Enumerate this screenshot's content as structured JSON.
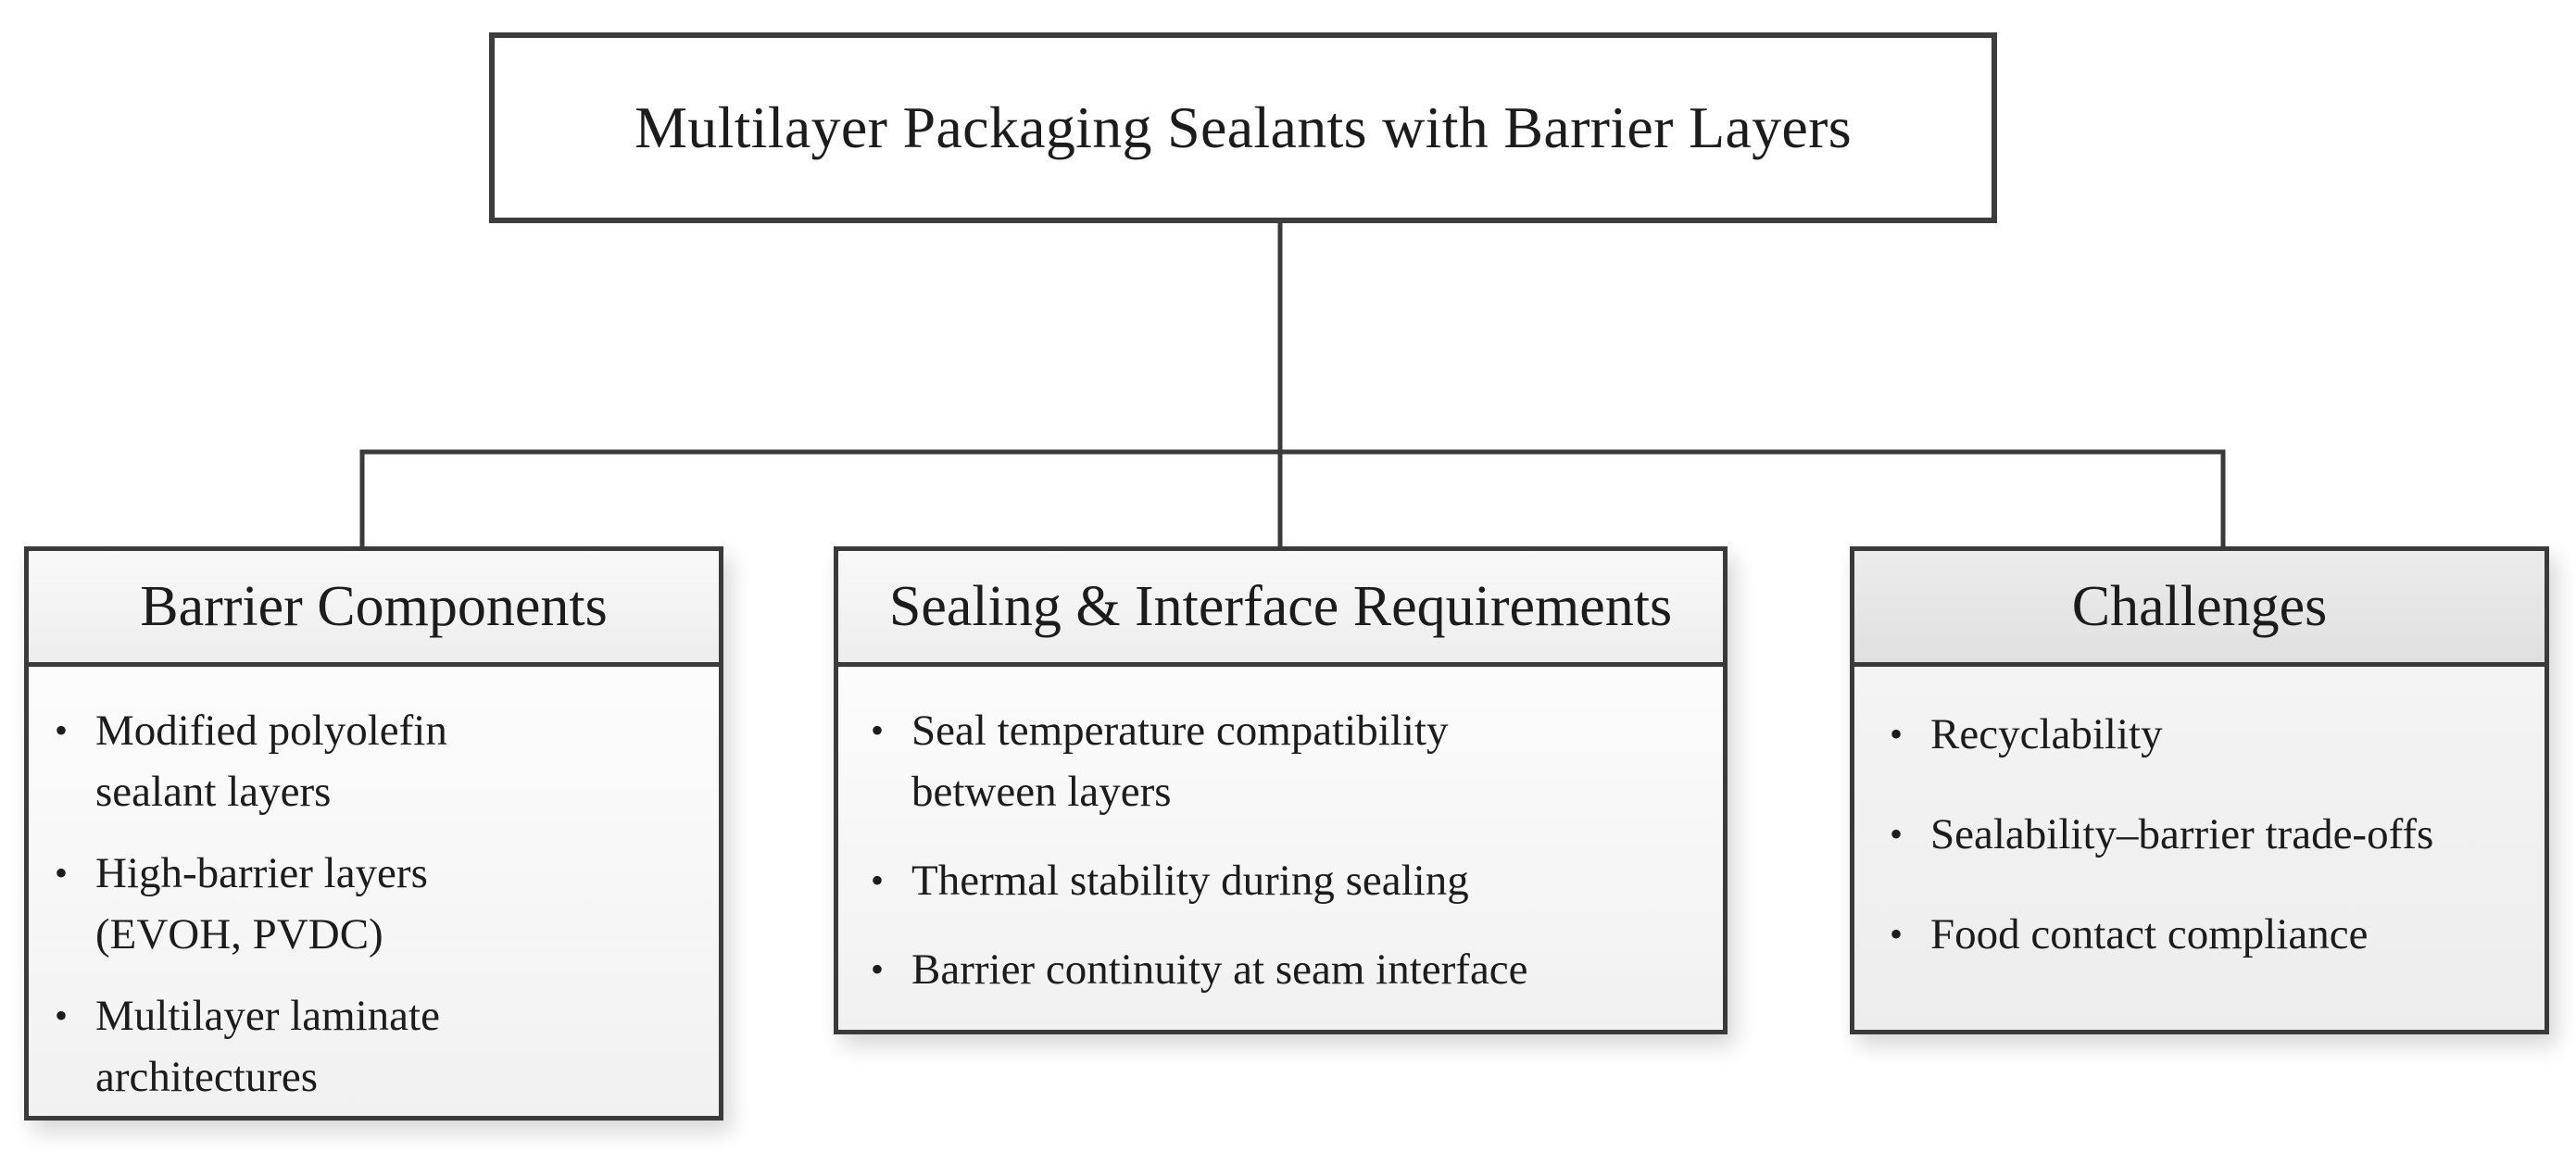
{
  "title": "Multilayer Packaging Sealants with Barrier Layers",
  "categories": [
    {
      "heading": "Barrier Components",
      "items": [
        [
          "Modified polyolefin",
          "sealant layers"
        ],
        [
          "High-barrier layers",
          "(EVOH, PVDC)"
        ],
        [
          "Multilayer laminate",
          "architectures"
        ]
      ]
    },
    {
      "heading": "Sealing & Interface Requirements",
      "items": [
        [
          "Seal temperature compatibility",
          "between layers"
        ],
        [
          "Thermal stability during sealing"
        ],
        [
          "Barrier continuity at seam interface"
        ]
      ]
    },
    {
      "heading": "Challenges",
      "items": [
        [
          "Recyclability"
        ],
        [
          "Sealability–barrier trade-offs"
        ],
        [
          "Food contact compliance"
        ]
      ]
    }
  ],
  "colors": {
    "line": "#3a3a3a",
    "text": "#1c1c1c"
  }
}
